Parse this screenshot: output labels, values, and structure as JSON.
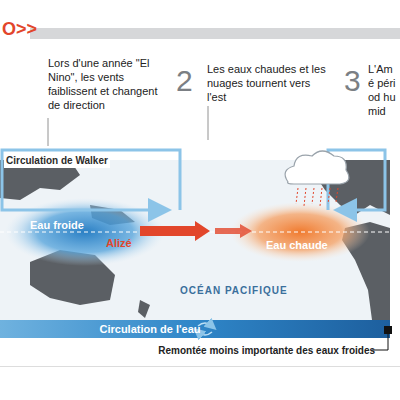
{
  "diagram": {
    "nodes": [
      {
        "text": [
          "Circulation de l'eau"
        ]
      }
    ],
    "labels": [
      "O>>",
      "Lors d'une année \"El Nino\", les vents faiblissent et changent de direction",
      "2",
      "Les eaux chaudes et les nuages tournent vers l'est",
      "3",
      "L'Amé périod humid",
      "Circulation de Walker",
      "Eau froide",
      "Alizé",
      "Eau chaude",
      "OCÉAN PACIFIQUE",
      "Remontée moins importante des eaux froides"
    ]
  }
}
